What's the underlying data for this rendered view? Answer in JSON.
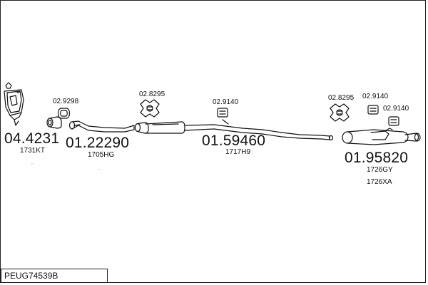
{
  "diagram": {
    "title": "PEUG74539B",
    "parts": [
      {
        "number": "04.4231",
        "ref": "1731KT",
        "icon": "catalytic-converter"
      },
      {
        "number": "01.22290",
        "ref": "1705HG",
        "icon": "front-pipe"
      },
      {
        "number": "01.59460",
        "ref": "1717H9",
        "icon": "center-silencer"
      },
      {
        "number": "01.95820",
        "ref": "1726GY",
        "ref2": "1726XA",
        "icon": "rear-silencer"
      }
    ],
    "accessories": [
      {
        "number": "02.9298",
        "icon": "gasket-ring"
      },
      {
        "number": "02.8295",
        "icon": "rubber-mount"
      },
      {
        "number": "02.9140",
        "icon": "pipe-clamp"
      },
      {
        "number": "02.8295",
        "icon": "rubber-mount"
      },
      {
        "number": "02.9140",
        "icon": "pipe-clamp"
      },
      {
        "number": "02.9140",
        "icon": "pipe-clamp"
      }
    ],
    "dot_mark": "."
  }
}
